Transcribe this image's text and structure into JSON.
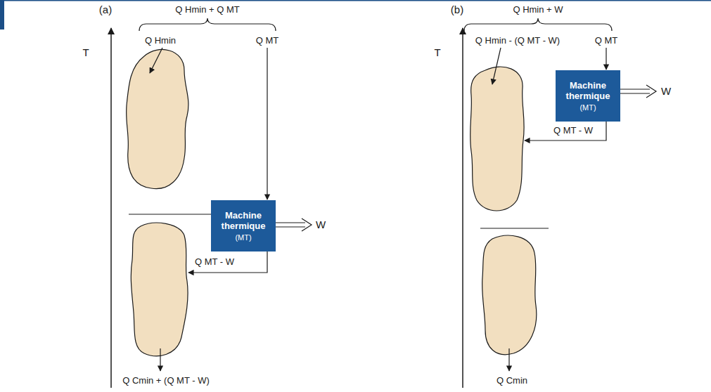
{
  "diagram": {
    "nodes": [
      {
        "text": [
          "Machine thermique",
          "(MT)"
        ]
      },
      {
        "text": [
          "Machine thermique",
          "(MT)"
        ]
      }
    ],
    "labels": [
      "(a)",
      "T",
      "Q Hmin + Q MT",
      "Q Hmin",
      "Q MT",
      "W",
      "Q MT - W",
      "Q Cmin + (Q MT - W)",
      "(b)",
      "T",
      "Q Hmin + W",
      "Q Hmin - (Q MT - W)",
      "Q MT",
      "W",
      "Q MT - W",
      "Q Cmin"
    ]
  }
}
